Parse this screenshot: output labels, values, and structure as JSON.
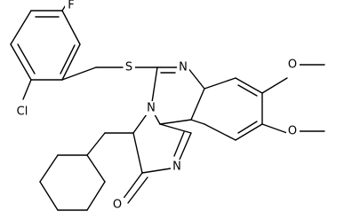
{
  "molecule": {
    "atoms": {
      "F": "F",
      "Cl": "Cl",
      "S": "S",
      "N1": "N",
      "N2": "N",
      "N3": "N",
      "O_methoxy_1": "O",
      "O_methoxy_2": "O",
      "O_carbonyl": "O"
    },
    "colors": {
      "bond": "#000000",
      "label": "#000000",
      "background": "#ffffff"
    }
  }
}
